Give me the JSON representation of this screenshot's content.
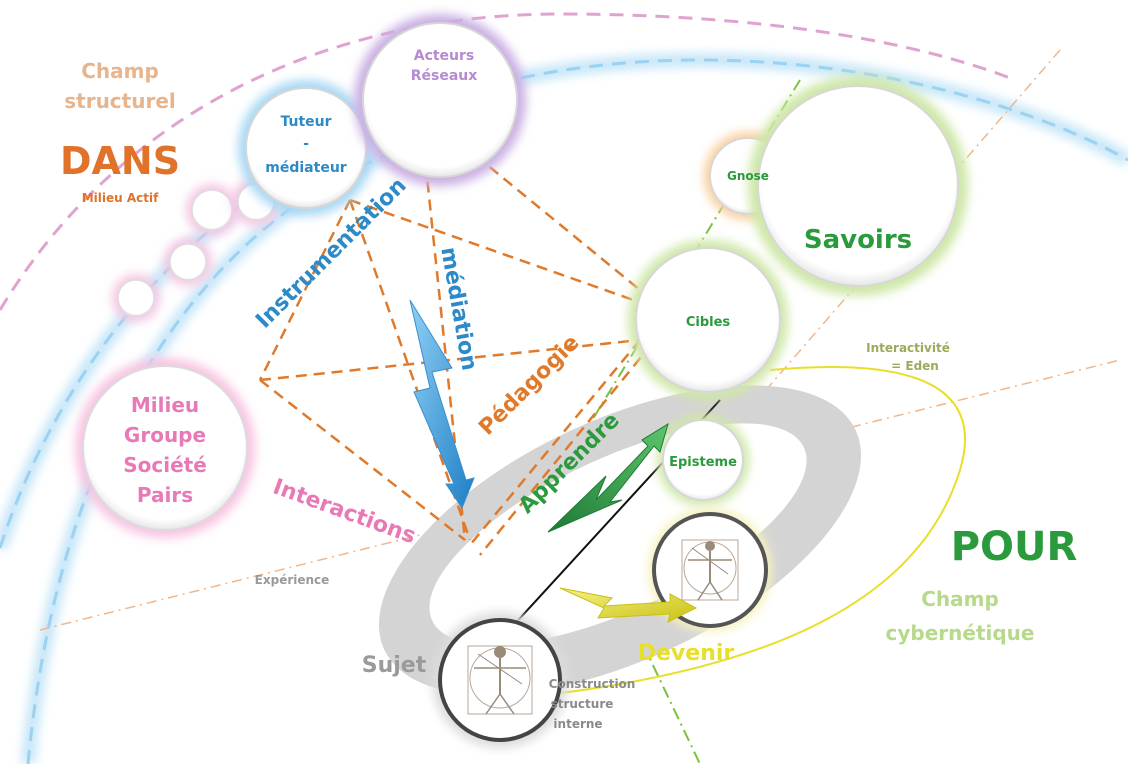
{
  "labels": {
    "champ_structurel_line1": "Champ",
    "champ_structurel_line2": "structurel",
    "dans": "DANS",
    "milieu_actif": "Milieu Actif",
    "acteurs_line1": "Acteurs",
    "acteurs_line2": "Réseaux",
    "tuteur_line1": "Tuteur",
    "tuteur_line2": "-",
    "tuteur_line3": "médiateur",
    "gnose": "Gnose",
    "savoirs": "Savoirs",
    "cibles": "Cibles",
    "episteme": "Episteme",
    "milieu_line1": "Milieu",
    "milieu_line2": "Groupe",
    "milieu_line3": "Société",
    "milieu_line4": "Pairs",
    "instrumentation": "Instrumentation",
    "mediation": "médiation",
    "pedagogie": "Pédagogie",
    "apprendre": "Apprendre",
    "interactions": "Interactions",
    "experience": "Expérience",
    "interactivite_line1": "Interactivité",
    "interactivite_line2": "= Eden",
    "pour": "POUR",
    "champ_cyber_line1": "Champ",
    "champ_cyber_line2": "cybernétique",
    "devenir": "Devenir",
    "sujet": "Sujet",
    "construction_line1": "Construction",
    "construction_line2": "structure",
    "construction_line3": "interne"
  },
  "colors": {
    "blue_ring": "#86c8ee",
    "pink_ring": "#e486c0",
    "purple_ring": "#b58ad0",
    "green_ring": "#b6d98a",
    "orange_ring": "#f5b87a",
    "orange_dash": "#e07a2a",
    "blue_text": "#2d8ac7",
    "green_text": "#2a9a3c",
    "pink_text": "#e879b6",
    "tan_text": "#e8b48c",
    "dans_text": "#e0722a",
    "yellow": "#e8df2a",
    "gray_text": "#9a9a9a",
    "olive_text": "#9aab5e"
  }
}
